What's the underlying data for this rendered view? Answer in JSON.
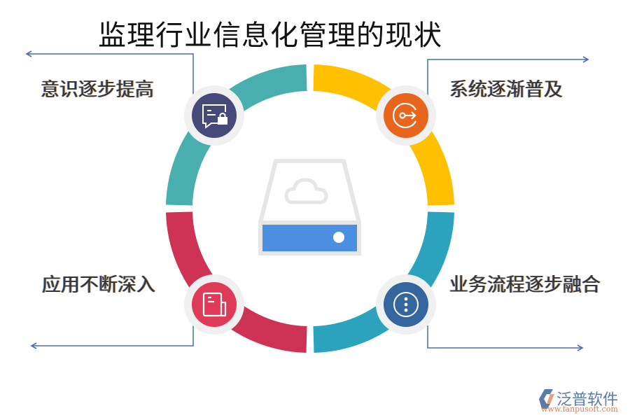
{
  "title": "监理行业信息化管理的现状",
  "colors": {
    "teal": "#48AEAE",
    "yellow": "#FFC000",
    "crimson": "#CE3254",
    "cyan": "#2BA3BC",
    "navy_icon": "#464A7A",
    "orange_icon": "#E8651E",
    "red_icon": "#E03A59",
    "blue_icon": "#35659D",
    "connector": "#4A6FAA",
    "center_drive_blue": "#4A8FE0",
    "center_outline": "#E6E6E6"
  },
  "items": [
    {
      "position": "top-left",
      "label": "意识逐步提高",
      "icon": "chat-lock-icon"
    },
    {
      "position": "top-right",
      "label": "系统逐渐普及",
      "icon": "circle-arrow-key-icon"
    },
    {
      "position": "bottom-left",
      "label": "应用不断深入",
      "icon": "document-icon"
    },
    {
      "position": "bottom-right",
      "label": "业务流程逐步融合",
      "icon": "more-vertical-icon"
    }
  ],
  "center_icon": "cloud-storage-drive-icon",
  "logo": {
    "name": "泛普软件",
    "url": "www.fanpusoft.com"
  }
}
